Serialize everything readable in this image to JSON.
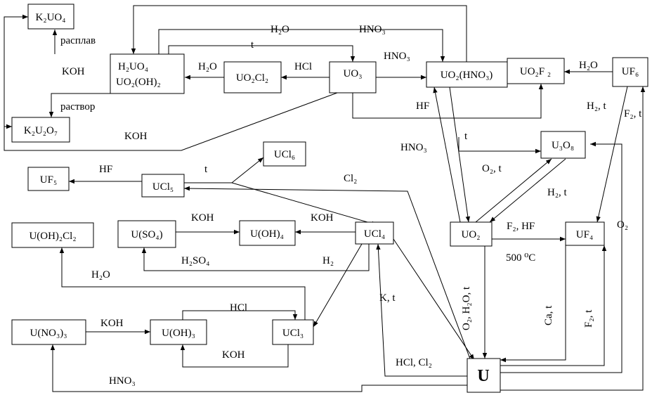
{
  "compounds": {
    "K2UO4": "K₂UO₄",
    "H2UO4": "H₂UO₄",
    "UO2OH2": "UO₂(OH)₂",
    "UO2Cl2": "UO₂Cl₂",
    "UO3": "UO₃",
    "UO2HNO3": "UO₂(HNO₃)",
    "UO2F2": "UO₂F ₂",
    "UF6": "UF₆",
    "K2U2O7": "K₂U₂O₇",
    "UCl6": "UCl₆",
    "U3O8": "U₃O₈",
    "UF5": "UF₅",
    "UCl5": "UCl₅",
    "UOH2Cl2": "U(OH)₂Cl₂",
    "USO4": "U(SO₄)",
    "UOH4": "U(OH)₄",
    "UCl4": "UCl₄",
    "UO2": "UO₂",
    "UF4": "UF₄",
    "UNO33": "U(NO₃)₃",
    "UOH3": "U(OH)₃",
    "UCl3": "UCl₃",
    "U": "U"
  },
  "labels": {
    "rasplav": "расплав",
    "koh_1": "KOH",
    "rastvor": "раствор",
    "h2o_top": "H₂O",
    "hno3_top": "HNO₃",
    "t_top": "t",
    "h2o_left": "H₂O",
    "hcl_1": "HCl",
    "hno3_mid": "HNO₃",
    "h2o_right": "H₂O",
    "hf_1": "HF",
    "h2_t_1": "H₂, t",
    "f2_t_1": "F₂, t",
    "koh_2": "KOH",
    "hno3_2": "HNO₃",
    "t_2": "t",
    "hf_2": "HF",
    "t_3": "t",
    "cl2": "Cl₂",
    "o2_t": "O₂, t",
    "h2_t_2": "H₂, t",
    "koh_3": "KOH",
    "koh_4": "KOH",
    "f2_hf": "F₂, HF",
    "o2": "O₂",
    "h2so4": "H₂SO₄",
    "h2": "H₂",
    "temp_500": "500 ⁰C",
    "h2o_2": "H₂O",
    "o2_h2o_t": "O₂, H₂O, t",
    "k_t": "K, t",
    "hcl_2": "HCl",
    "ca_t": "Ca, t",
    "f2_t_2": "F₂, t",
    "koh_5": "KOH",
    "koh_6": "KOH",
    "hno3_3": "HNO₃",
    "hcl_cl2": "HCl, Cl₂"
  }
}
